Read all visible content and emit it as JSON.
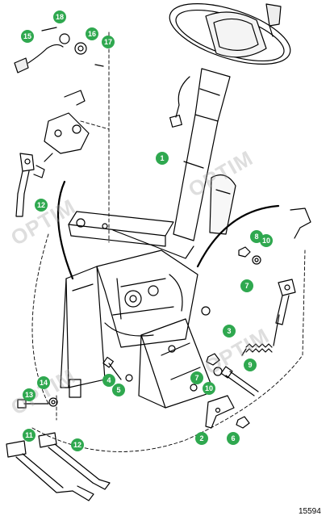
{
  "diagram": {
    "drawing_number": "15594",
    "callouts": [
      {
        "id": "c18",
        "label": "18"
      },
      {
        "id": "c15",
        "label": "15"
      },
      {
        "id": "c16",
        "label": "16"
      },
      {
        "id": "c17",
        "label": "17"
      },
      {
        "id": "c1",
        "label": "1"
      },
      {
        "id": "c12a",
        "label": "12"
      },
      {
        "id": "c8",
        "label": "8"
      },
      {
        "id": "c10a",
        "label": "10"
      },
      {
        "id": "c7a",
        "label": "7"
      },
      {
        "id": "c3",
        "label": "3"
      },
      {
        "id": "c9",
        "label": "9"
      },
      {
        "id": "c7b",
        "label": "7"
      },
      {
        "id": "c10b",
        "label": "10"
      },
      {
        "id": "c4",
        "label": "4"
      },
      {
        "id": "c5",
        "label": "5"
      },
      {
        "id": "c14",
        "label": "14"
      },
      {
        "id": "c13",
        "label": "13"
      },
      {
        "id": "c2",
        "label": "2"
      },
      {
        "id": "c6",
        "label": "6"
      },
      {
        "id": "c11",
        "label": "11"
      },
      {
        "id": "c12b",
        "label": "12"
      }
    ]
  }
}
